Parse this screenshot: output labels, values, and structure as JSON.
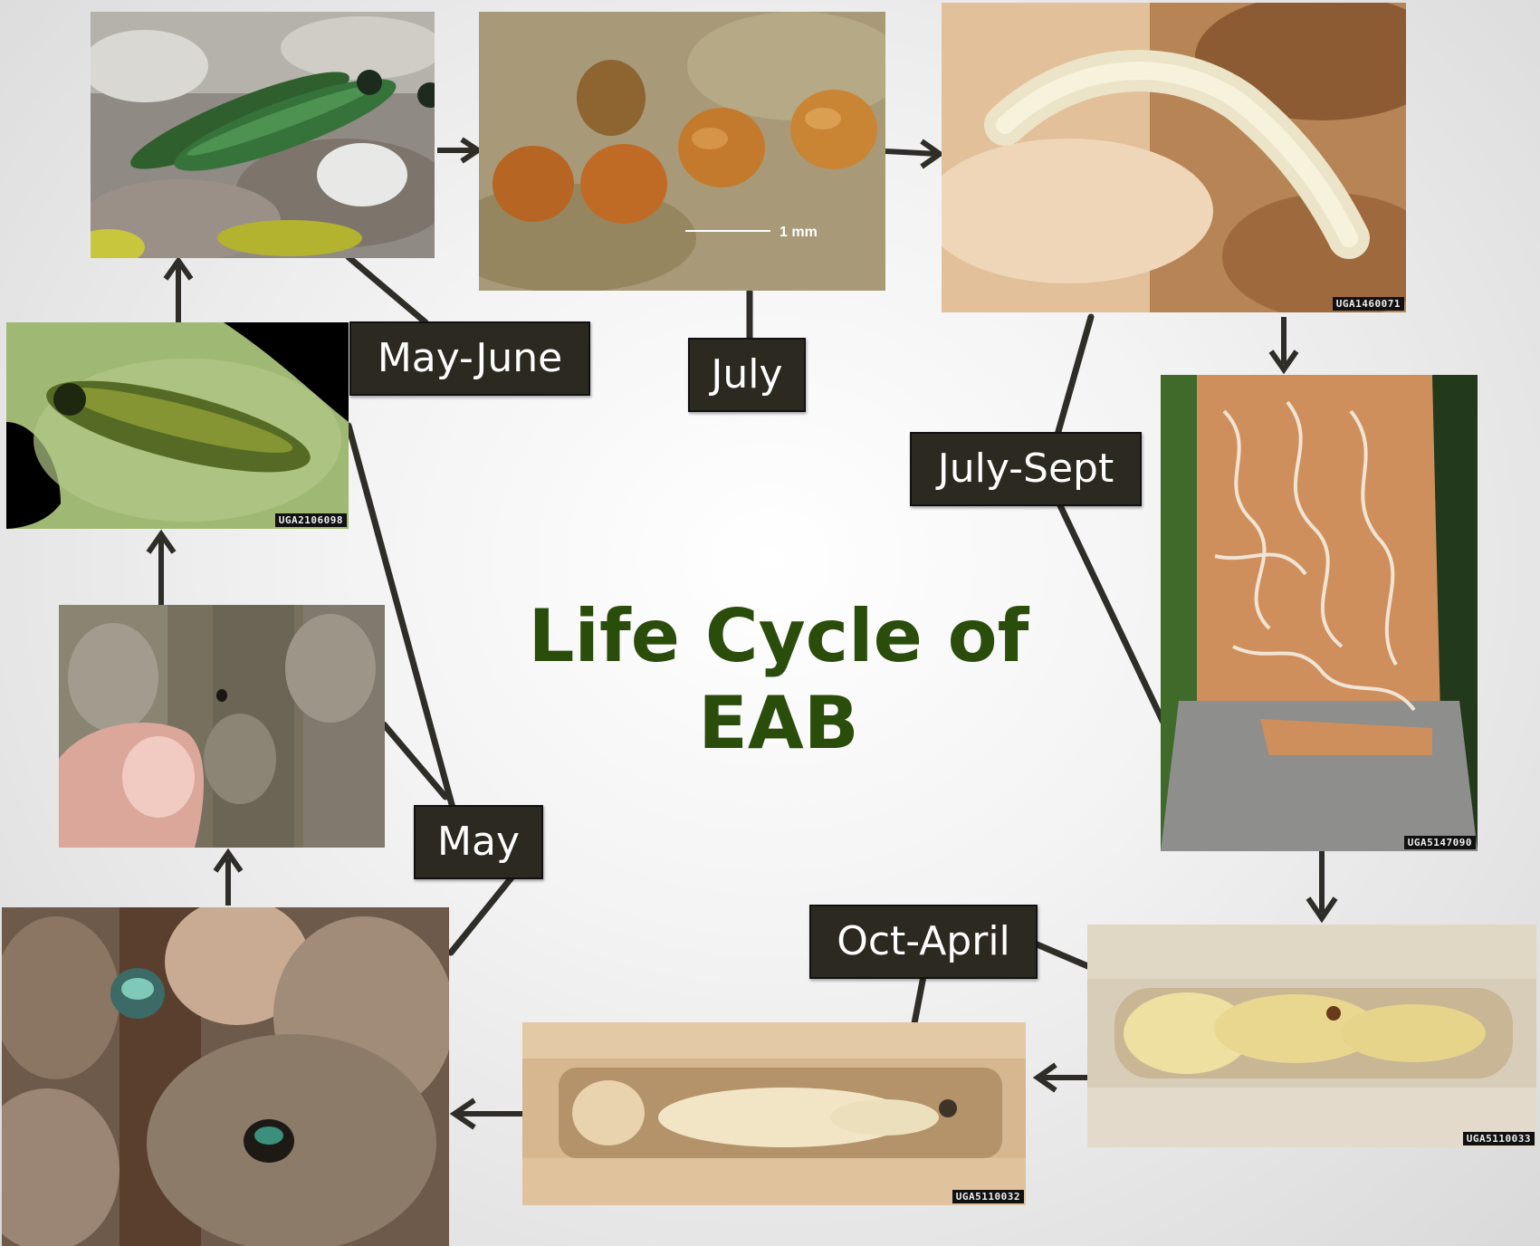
{
  "title": {
    "line1": "Life Cycle of",
    "line2": "EAB"
  },
  "labels": {
    "may_june": "May-June",
    "july": "July",
    "july_sept": "July-Sept",
    "may": "May",
    "oct_april": "Oct-April"
  },
  "photos": {
    "adults_mating": {
      "caption": "",
      "code": ""
    },
    "eggs": {
      "scale_text": "1 mm",
      "code": ""
    },
    "larva": {
      "code": "UGA1460071"
    },
    "galleries": {
      "code": "UGA5147090"
    },
    "prepupa": {
      "code": "UGA5110033"
    },
    "pupa": {
      "code": "UGA5110032"
    },
    "emerging": {
      "code": ""
    },
    "exit_hole": {
      "code": ""
    },
    "adult_leaf": {
      "code": "UGA2106098"
    }
  },
  "colors": {
    "title": "#2b4d0b",
    "label_bg": "#2c2a20",
    "connector": "#2f2d28"
  }
}
